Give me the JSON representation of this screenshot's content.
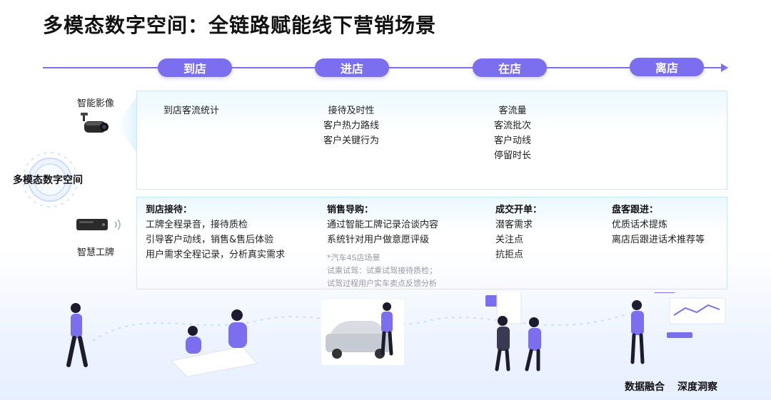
{
  "title": "多模态数字空间：全链路赋能线下营销场景",
  "colors": {
    "accent": "#7b6ff0",
    "panel_border": "#c6e9ff"
  },
  "timeline": {
    "stages": [
      "到店",
      "进店",
      "在店",
      "离店"
    ]
  },
  "left": {
    "camera_label": "智能影像",
    "core_label": "多模态数字空间",
    "badge_label": "智慧工牌",
    "icons": [
      "camera-icon",
      "hub-icon",
      "badge-device-icon"
    ]
  },
  "panel_top": {
    "col1": [
      "到店客流统计"
    ],
    "col2": [
      "接待及时性",
      "客户热力路线",
      "客户关键行为"
    ],
    "col3": [
      "客流量",
      "客流批次",
      "客户动线",
      "停留时长"
    ]
  },
  "panel_bottom": {
    "col1": {
      "heading": "到店接待：",
      "lines": [
        "工牌全程录音，接待质检",
        "引导客户动线，销售&售后体验",
        "用户需求全程记录，分析真实需求"
      ]
    },
    "col2": {
      "heading": "销售导购：",
      "lines": [
        "通过智能工牌记录洽谈内容",
        "系统针对用户做意愿评级"
      ],
      "notes": [
        "*汽车4S店场景",
        "试乘试驾：试乘试驾接待质检；",
        "试驾过程用户实车卖点反馈分析"
      ]
    },
    "col3": {
      "heading": "成交开单：",
      "lines": [
        "潜客需求",
        "关注点",
        "抗拒点"
      ]
    },
    "col4": {
      "heading": "盘客跟进：",
      "lines": [
        "优质话术提炼",
        "离店后跟进话术推荐等"
      ]
    }
  },
  "footer": {
    "text1": "数据融合",
    "text2": "深度洞察"
  }
}
